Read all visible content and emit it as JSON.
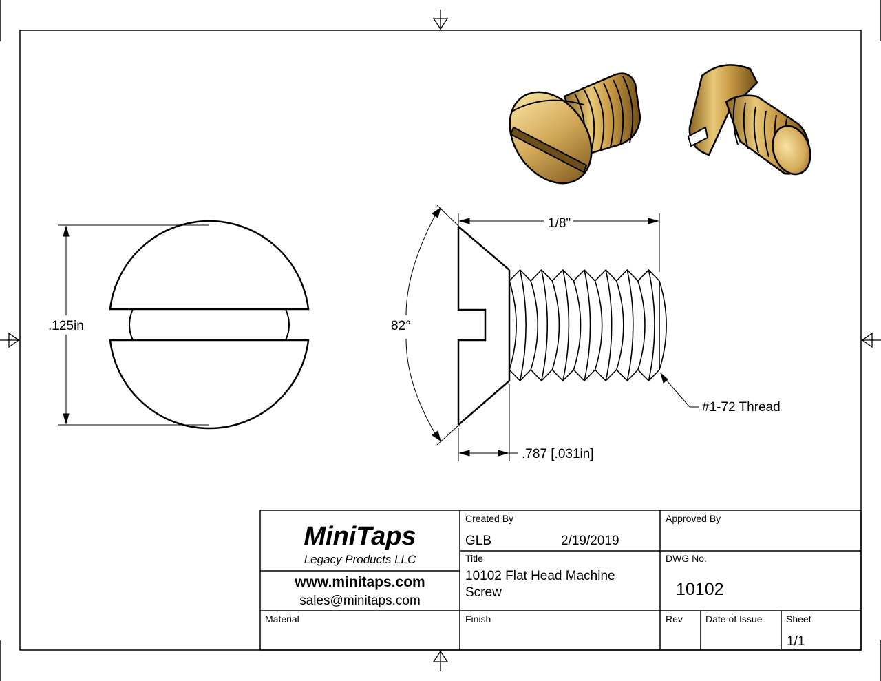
{
  "drawing": {
    "head_diameter_label": ".125in",
    "head_angle_label": "82°",
    "length_label": "1/8\"",
    "head_height_label": ".787 [.031in]",
    "thread_label": "#1-72 Thread"
  },
  "title_block": {
    "brand": "MiniTaps",
    "tagline": "Legacy Products LLC",
    "website": "www.minitaps.com",
    "email": "sales@minitaps.com",
    "created_by_header": "Created By",
    "created_by": "GLB",
    "created_date": "2/19/2019",
    "approved_by_header": "Approved By",
    "title_header": "Title",
    "title_line1": "10102 Flat Head Machine",
    "title_line2": "Screw",
    "dwg_header": "DWG No.",
    "dwg_no": "10102",
    "material_header": "Material",
    "finish_header": "Finish",
    "rev_header": "Rev",
    "date_of_issue_header": "Date of Issue",
    "sheet_header": "Sheet",
    "sheet_value": "1/1"
  },
  "colors": {
    "brass_light": "#f2d58a",
    "brass_mid": "#c8a050",
    "brass_dark": "#7a5a20",
    "line": "#000000"
  }
}
